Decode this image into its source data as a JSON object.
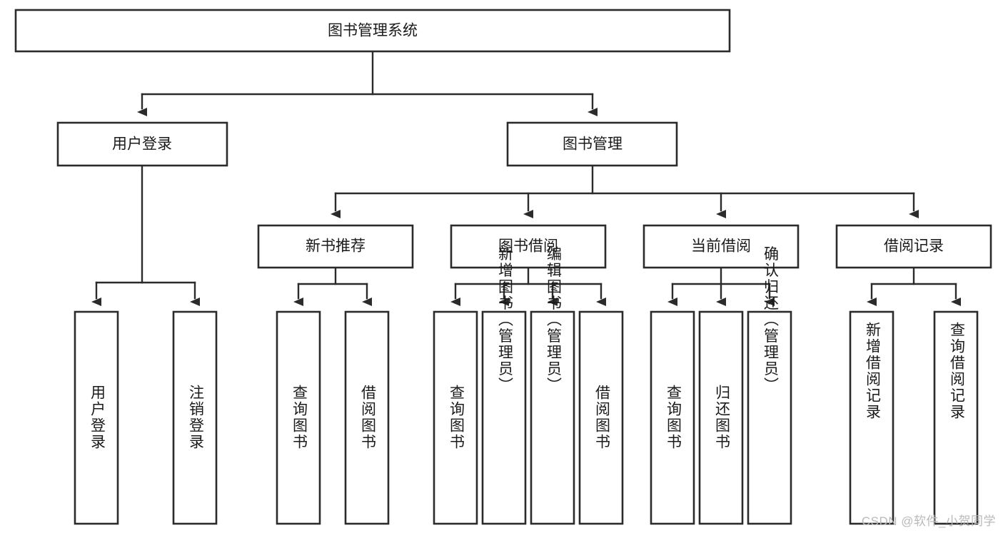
{
  "diagram": {
    "title": "图书管理系统",
    "type": "tree-hierarchy-chart",
    "watermark": "CSDN @软件_小贺同学",
    "colors": {
      "box_stroke": "#2b2b2b",
      "box_fill": "#ffffff",
      "line": "#2b2b2b",
      "text": "#1a1a1a",
      "watermark": "#b9b9b9",
      "background": "#ffffff"
    },
    "levels": {
      "root": {
        "label": "图书管理系统"
      },
      "level2": [
        {
          "id": "user-login",
          "label": "用户登录"
        },
        {
          "id": "book-management",
          "label": "图书管理"
        }
      ],
      "level3": [
        {
          "id": "new-book-recommend",
          "label": "新书推荐",
          "parent": "book-management"
        },
        {
          "id": "book-borrow",
          "label": "图书借阅",
          "parent": "book-management"
        },
        {
          "id": "current-borrow",
          "label": "当前借阅",
          "parent": "book-management"
        },
        {
          "id": "borrow-record",
          "label": "借阅记录",
          "parent": "book-management"
        }
      ],
      "leaves": [
        {
          "id": "leaf-user-login",
          "label": "用户登录",
          "parent": "user-login"
        },
        {
          "id": "leaf-logout-login",
          "label": "注销登录",
          "parent": "user-login"
        },
        {
          "id": "leaf-query-book-1",
          "label": "查询图书",
          "parent": "new-book-recommend"
        },
        {
          "id": "leaf-borrow-book-1",
          "label": "借阅图书",
          "parent": "new-book-recommend"
        },
        {
          "id": "leaf-query-book-2",
          "label": "查询图书",
          "parent": "book-borrow"
        },
        {
          "id": "leaf-add-book",
          "label": "新增图书（管理员）",
          "parent": "book-borrow"
        },
        {
          "id": "leaf-edit-book",
          "label": "编辑图书（管理员）",
          "parent": "book-borrow"
        },
        {
          "id": "leaf-borrow-book-2",
          "label": "借阅图书",
          "parent": "book-borrow"
        },
        {
          "id": "leaf-query-book-3",
          "label": "查询图书",
          "parent": "current-borrow"
        },
        {
          "id": "leaf-return-book",
          "label": "归还图书",
          "parent": "current-borrow"
        },
        {
          "id": "leaf-confirm-return",
          "label": "确认归还（管理员）",
          "parent": "current-borrow"
        },
        {
          "id": "leaf-add-record",
          "label": "新增借阅记录",
          "parent": "borrow-record"
        },
        {
          "id": "leaf-query-record",
          "label": "查询借阅记录",
          "parent": "borrow-record"
        }
      ]
    }
  }
}
